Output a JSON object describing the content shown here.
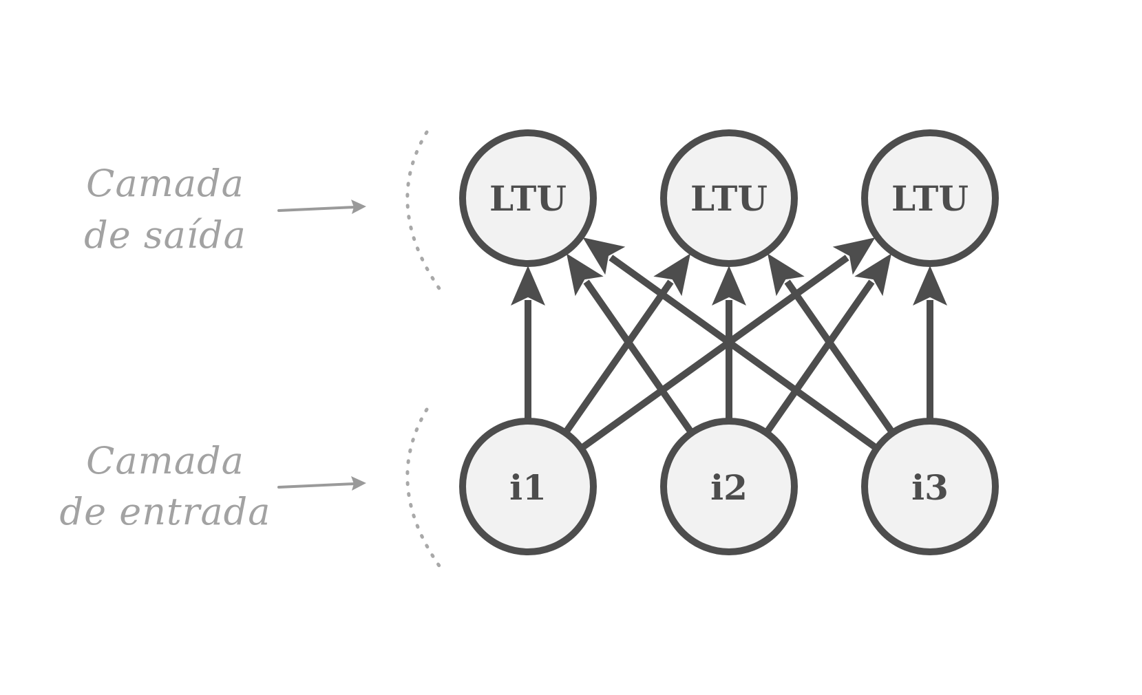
{
  "layers": {
    "output": {
      "line1": "Camada",
      "line2": "de saída"
    },
    "input": {
      "line1": "Camada",
      "line2": "de entrada"
    }
  },
  "nodes": {
    "output": [
      "LTU",
      "LTU",
      "LTU"
    ],
    "input": [
      "i1",
      "i2",
      "i3"
    ]
  },
  "connections": [
    [
      0,
      0
    ],
    [
      0,
      1
    ],
    [
      0,
      2
    ],
    [
      1,
      0
    ],
    [
      1,
      1
    ],
    [
      1,
      2
    ],
    [
      2,
      0
    ],
    [
      2,
      1
    ],
    [
      2,
      2
    ]
  ],
  "colors": {
    "node_fill": "#f2f2f2",
    "node_stroke": "#4d4d4d",
    "label_gray": "#a2a2a2"
  }
}
